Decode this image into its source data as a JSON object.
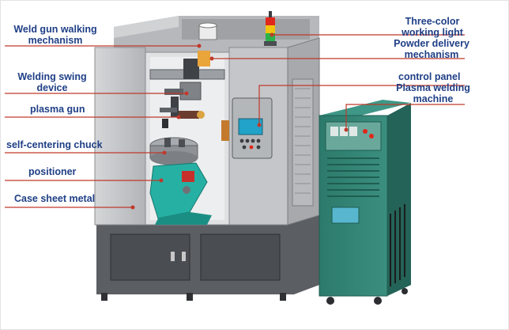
{
  "colors": {
    "label_text": "#1f3f86",
    "leader_line": "#c0392b",
    "cabinet_light": "#c9cbcd",
    "cabinet_mid": "#a9abae",
    "cabinet_dark": "#6f7276",
    "base_dark": "#55585c",
    "power_unit_green": "#2f7d6e",
    "positioner_teal": "#26b0a4",
    "screen_blue": "#22a3c9",
    "beacon_red": "#e0271b",
    "beacon_yellow": "#f2c40f",
    "beacon_green": "#2bb34a"
  },
  "labels": {
    "weld_gun_walking": [
      "Weld gun walking",
      "mechanism"
    ],
    "welding_swing": [
      "Welding swing",
      "device"
    ],
    "plasma_gun": "plasma gun",
    "self_centering_chuck": "self-centering chuck",
    "positioner": "positioner",
    "case_sheet_metal": "Case sheet metal",
    "three_color_light": [
      "Three-color",
      "working light"
    ],
    "powder_delivery": [
      "Powder delivery",
      "mechanism"
    ],
    "control_panel": "control panel",
    "plasma_welding_machine": [
      "Plasma welding",
      "machine"
    ]
  }
}
